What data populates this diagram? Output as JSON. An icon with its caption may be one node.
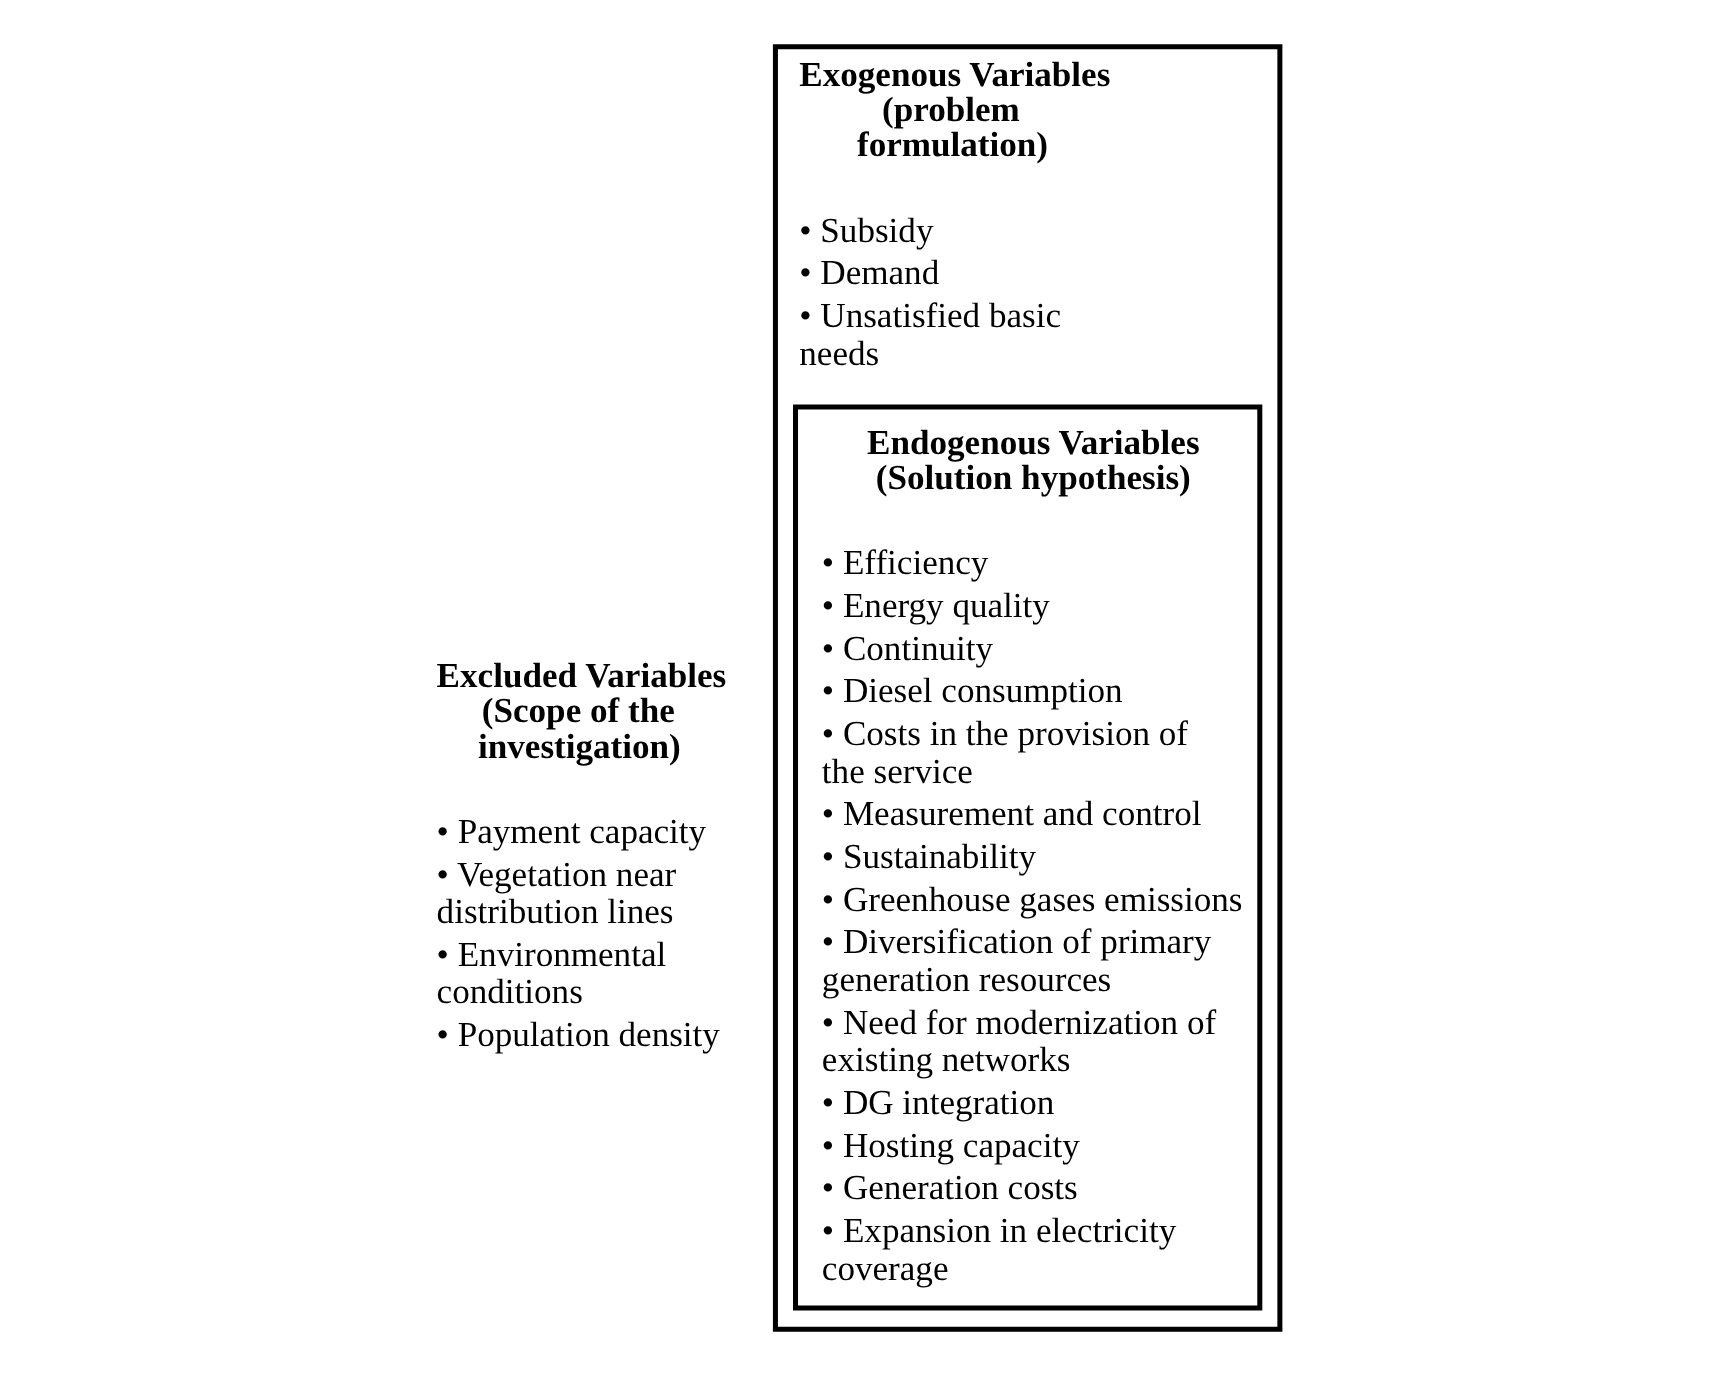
{
  "diagram": {
    "nodes": [
      {
        "text": [
          "Exogenous Variables (problem formulation)",
          "• Subsidy",
          "• Demand",
          "• Unsatisfied basic needs"
        ]
      },
      {
        "text": [
          "Endogenous Variables (Solution hypothesis)",
          "• Efficiency",
          "• Energy quality",
          "• Continuity",
          "• Diesel consumption",
          "• Costs in the provision of the service",
          "• Measurement and control",
          "• Sustainability",
          "• Greenhouse gases emissions",
          "• Diversification of primary generation resources",
          "• Need for modernization of existing networks",
          "• DG integration",
          "• Hosting capacity",
          "• Generation costs",
          "• Expansion in electricity coverage"
        ],
        "in": 0
      }
    ],
    "edges": [],
    "labels": [
      "Excluded Variables (Scope of the investigation)",
      "• Payment capacity",
      "• Vegetation near distribution lines",
      "• Environmental conditions",
      "• Population density"
    ]
  }
}
